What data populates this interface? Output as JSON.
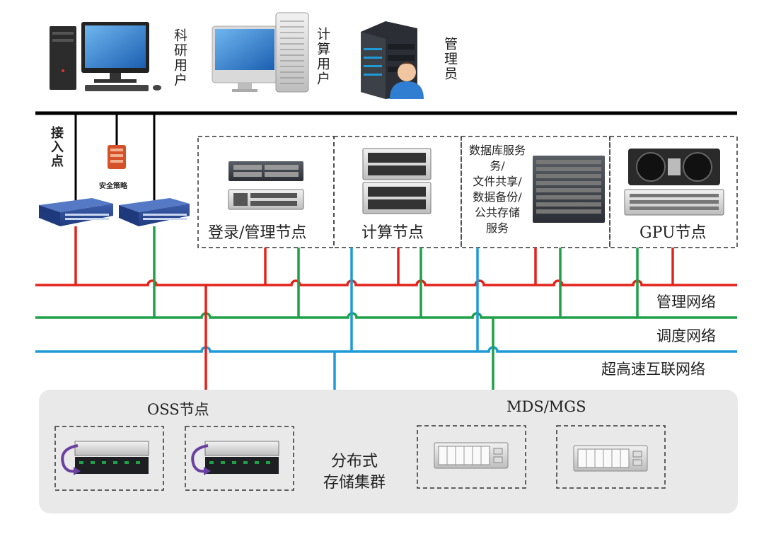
{
  "users": {
    "research_user": "科研用户",
    "compute_user": "计算用户",
    "admin": "管理员"
  },
  "access_point": "接入点",
  "security_policy": "安全策略",
  "nodes": {
    "login_mgmt": "登录/管理节点",
    "compute": "计算节点",
    "data_services": [
      "数据库服务",
      "务/",
      "文件共享/",
      "数据备份/",
      "公共存储",
      "服务"
    ],
    "gpu": "GPU节点"
  },
  "networks": {
    "management": "管理网络",
    "scheduling": "调度网络",
    "high_speed": "超高速互联网络"
  },
  "storage": {
    "oss": "OSS节点",
    "mds_mgs": "MDS/MGS",
    "cluster": [
      "分布式",
      "存储集群"
    ]
  },
  "colors": {
    "management": "#e2231a",
    "scheduling": "#1fa048",
    "high_speed": "#1e9ad6",
    "backbone": "#000000",
    "storage_bg": "#e9e9ea"
  }
}
